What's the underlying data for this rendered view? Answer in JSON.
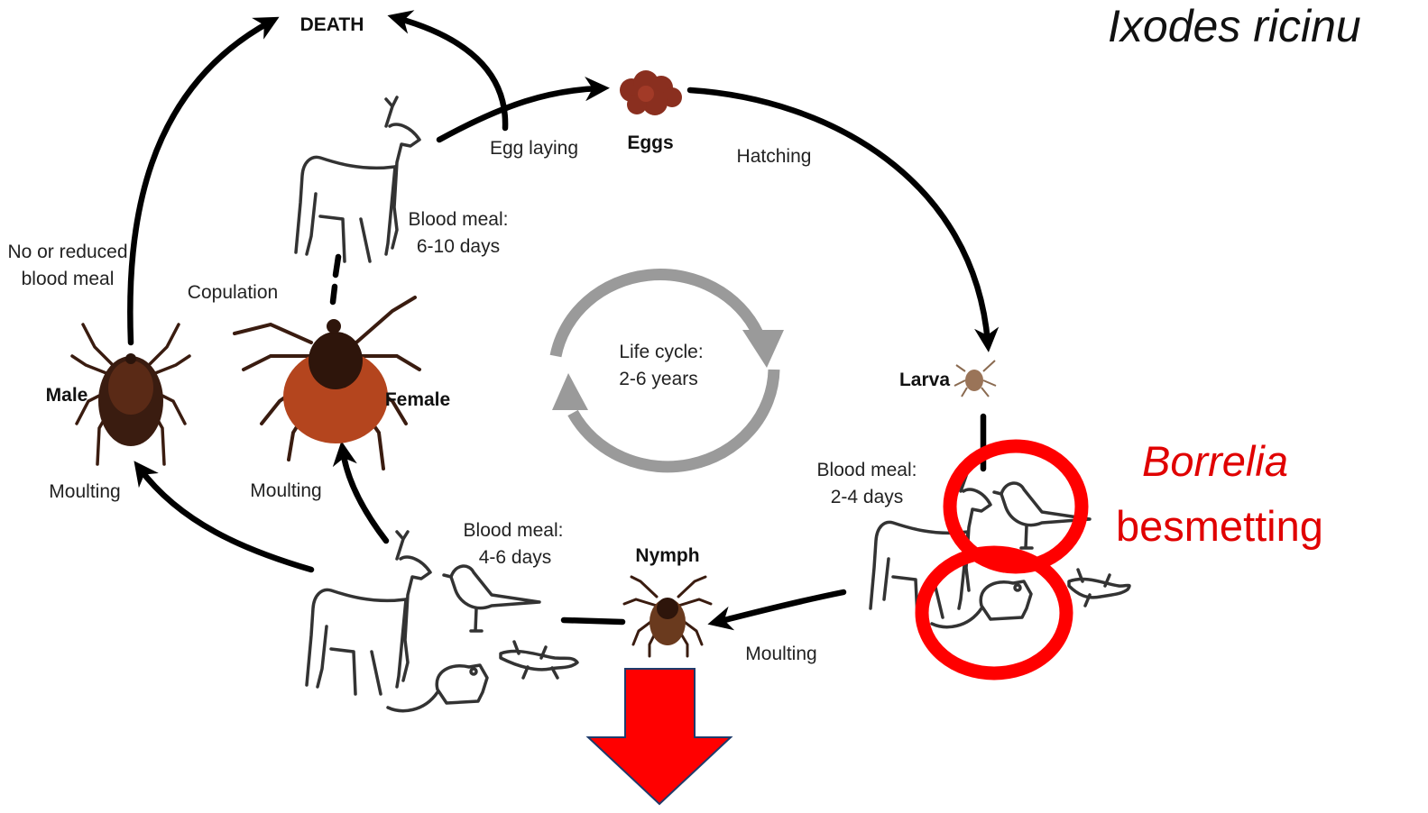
{
  "title": "Ixodes ricinu",
  "labels": {
    "death": "DEATH",
    "egg_laying": "Egg laying",
    "eggs": "Eggs",
    "hatching": "Hatching",
    "blood_meal_adult_1": "Blood meal:",
    "blood_meal_adult_2": "6-10 days",
    "no_blood_1": "No or reduced",
    "no_blood_2": "blood meal",
    "copulation": "Copulation",
    "life_cycle_1": "Life cycle:",
    "life_cycle_2": "2-6 years",
    "male": "Male",
    "female": "Female",
    "larva": "Larva",
    "moulting_male": "Moulting",
    "moulting_female": "Moulting",
    "moulting_nymph": "Moulting",
    "blood_meal_larva_1": "Blood meal:",
    "blood_meal_larva_2": "2-4 days",
    "blood_meal_nymph_1": "Blood meal:",
    "blood_meal_nymph_2": "4-6 days",
    "nymph": "Nymph"
  },
  "annotation": {
    "line1": "Borrelia",
    "line2": "besmetting",
    "color": "#e00000"
  },
  "colors": {
    "arrow": "#000000",
    "cycle_ring": "#9a9a9a",
    "highlight": "#ff0000",
    "down_arrow": "#ff0000",
    "tick_dark": "#3a1c10",
    "tick_female": "#b4451e",
    "eggs": "#8a2f1f"
  },
  "icons": [
    "deer-outline-icon",
    "bird-outline-icon",
    "mouse-outline-icon",
    "lizard-outline-icon",
    "tick-icon",
    "eggs-icon",
    "down-arrow-icon"
  ]
}
